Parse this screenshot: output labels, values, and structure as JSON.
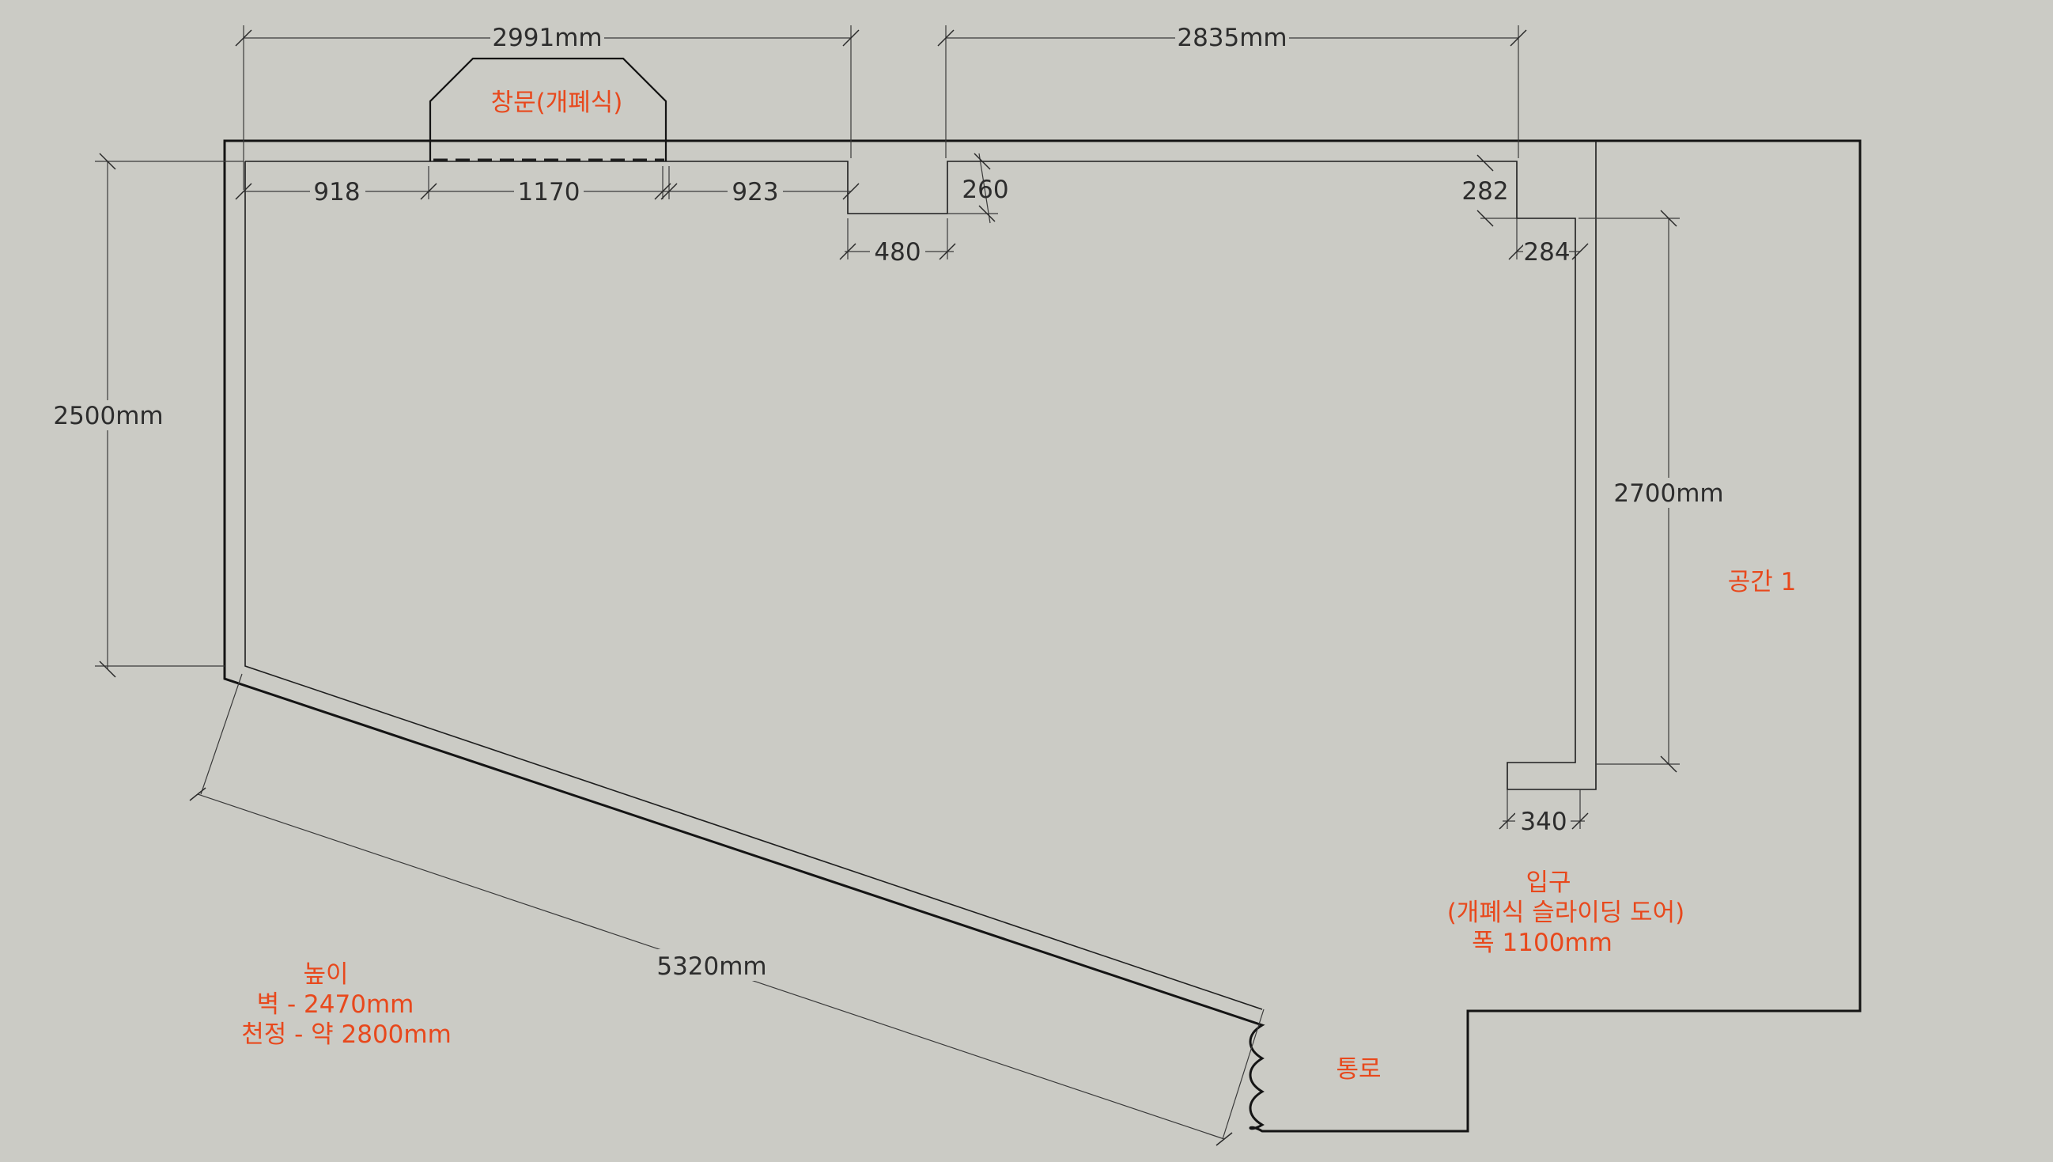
{
  "dimensions": {
    "top_left_span": "2991mm",
    "top_right_span": "2835mm",
    "left_height": "2500mm",
    "right_height": "2700mm",
    "diagonal_length": "5320mm",
    "seg_918": "918",
    "seg_1170": "1170",
    "seg_923": "923",
    "seg_480": "480",
    "seg_260": "260",
    "seg_282": "282",
    "seg_284": "284",
    "seg_340": "340"
  },
  "labels": {
    "window": "창문(개폐식)",
    "space1": "공간 1",
    "entrance_title": "입구",
    "entrance_type": "(개폐식 슬라이딩 도어)",
    "entrance_width": "폭 1100mm",
    "height_title": "높이",
    "wall_height": "벽 - 2470mm",
    "ceiling_height": "천정 - 약 2800mm",
    "corridor": "통로"
  },
  "colors": {
    "background": "#cbcbc5",
    "line": "#141414",
    "dimension_text": "#2d2d2d",
    "label_text": "#e8481c"
  }
}
